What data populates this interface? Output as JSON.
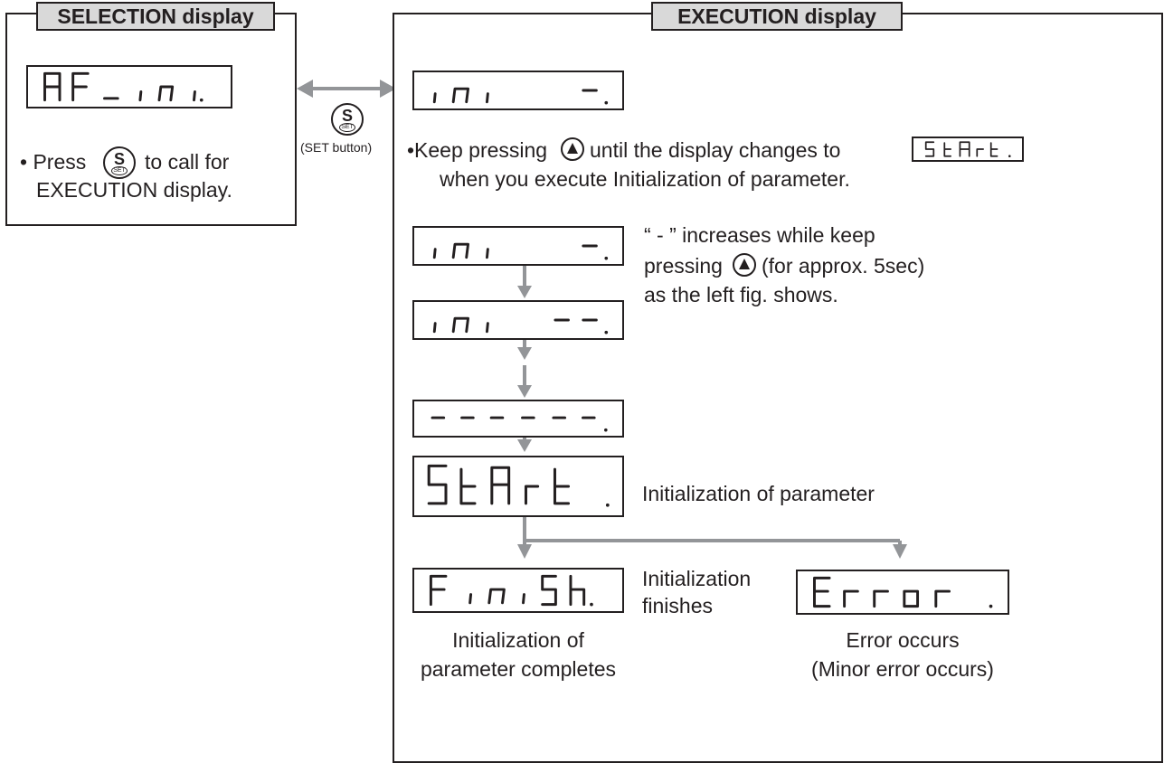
{
  "selection": {
    "title": "SELECTION display",
    "display_text": "AF_ini.",
    "note_prefix": "• Press",
    "note_suffix": "to call for",
    "note_line2": "EXECUTION display."
  },
  "set_button": {
    "symbol": "S",
    "sub": "SET",
    "caption": "(SET button)"
  },
  "execution": {
    "title": "EXECUTION display",
    "display_1": "ini -.",
    "instruction_prefix": "•Keep pressing",
    "instruction_mid": "until the display changes to",
    "instruction_line2": "when you execute Initialization of parameter.",
    "display_start_inline": "StArt .",
    "step_display_a": "ini -.",
    "step_display_b": "ini --.",
    "step_display_c": "------.",
    "step_display_d": "StArt .",
    "dash_note_line1": "“ - ” increases while keep",
    "dash_note_line2_prefix": "pressing",
    "dash_note_line2_suffix": "(for approx. 5sec)",
    "dash_note_line3": "as the left fig. shows.",
    "start_label": "Initialization of parameter",
    "finish_display": "FiniSh.",
    "finish_side_line1": "Initialization",
    "finish_side_line2": "finishes",
    "finish_caption_line1": "Initialization of",
    "finish_caption_line2": "parameter completes",
    "error_display": "Error .",
    "error_caption_line1": "Error occurs",
    "error_caption_line2": "(Minor error occurs)"
  },
  "colors": {
    "arrow": "#939598",
    "title_bg": "#d9d9d9",
    "ink": "#231f20"
  }
}
